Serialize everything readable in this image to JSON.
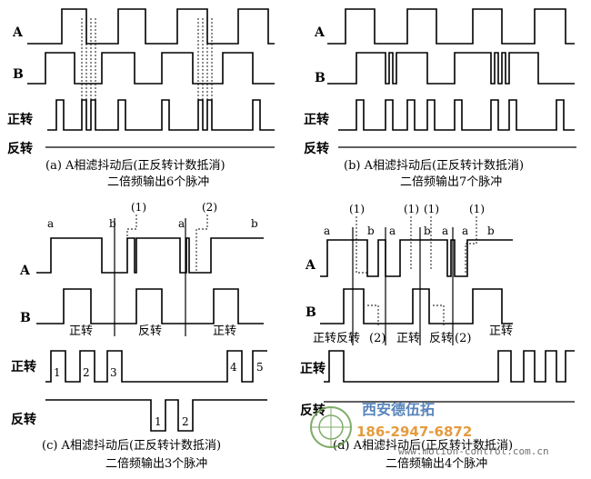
{
  "labels": {
    "A": "A",
    "B": "B",
    "fwd": "正转",
    "rev": "反转",
    "a": "a",
    "b": "b",
    "m1": "(1)",
    "m2": "(2)",
    "p1": "1",
    "p2": "2",
    "p3": "3",
    "p4": "4",
    "p5": "5",
    "dir_fwd": "正转",
    "dir_rev": "反转",
    "dir_fwd_rev": "正转反转",
    "two": "(2)"
  },
  "captions": {
    "a_line1": "(a) A相滤抖动后(正反转计数抵消)",
    "a_line2": "二倍频输出6个脉冲",
    "b_line1": "(b) A相滤抖动后(正反转计数抵消)",
    "b_line2": "二倍频输出7个脉冲",
    "c_line1": "(c) A相滤抖动后(正反转计数抵消)",
    "c_line2": "二倍频输出3个脉冲",
    "d_line1": "(d) A相滤抖动后(正反转计数抵消)",
    "d_line2": "二倍频输出4个脉冲"
  },
  "watermark": {
    "company": "西安德伍拓",
    "phone": "186-2947-6872",
    "url": "www.motion-control.com.cn",
    "color_blue": "#3a6fb0",
    "color_orange": "#e08a1e"
  }
}
